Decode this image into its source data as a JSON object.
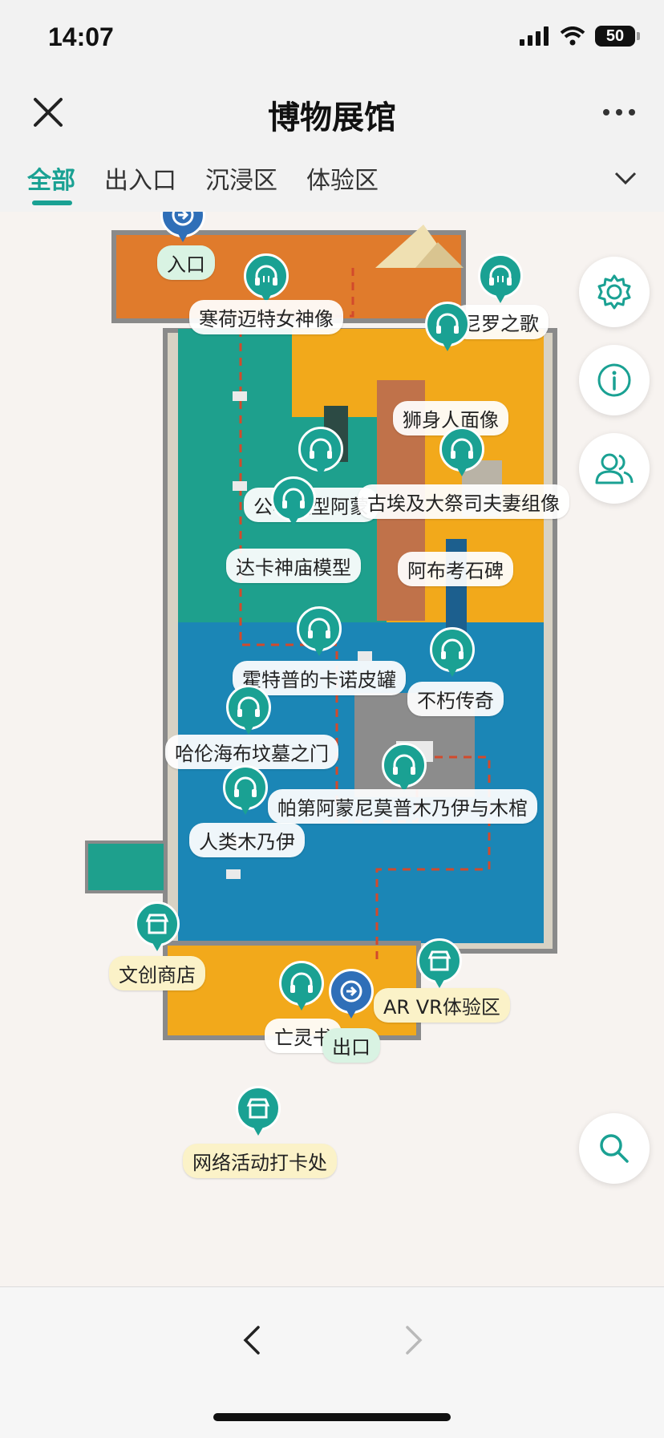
{
  "status": {
    "time": "14:07",
    "battery": "50"
  },
  "nav": {
    "title": "博物展馆"
  },
  "tabs": [
    {
      "label": "全部",
      "active": true
    },
    {
      "label": "出入口",
      "active": false
    },
    {
      "label": "沉浸区",
      "active": false
    },
    {
      "label": "体验区",
      "active": false
    }
  ],
  "markers": {
    "entrance": "入口",
    "m1": "寒荷迈特女神像",
    "m2": "尼罗之歌",
    "m3": "狮身人面像",
    "m4": "公羊造型阿蒙",
    "m5": "古埃及大祭司夫妻组像",
    "m6": "达卡神庙模型",
    "m7": "阿布考石碑",
    "m8": "霍特普的卡诺皮罐",
    "m9": "不朽传奇",
    "m10": "哈伦海布坟墓之门",
    "m11": "帕第阿蒙尼莫普木乃伊与木棺",
    "m12": "人类木乃伊",
    "shop": "文创商店",
    "arvr": "AR VR体验区",
    "book": "亡灵书",
    "exit": "出口",
    "checkin": "网络活动打卡处"
  },
  "icons": {
    "close": "close-icon",
    "more": "more-icon",
    "chevron": "chevron-down-icon",
    "audio": "headphones-icon",
    "shop": "shop-icon",
    "door": "door-icon",
    "settings": "gear-icon",
    "info": "info-icon",
    "people": "people-icon",
    "search": "search-icon",
    "back": "back-arrow-icon",
    "forward": "forward-arrow-icon"
  },
  "colors": {
    "accent": "#1aa193",
    "exit_blue": "#2f6fb8",
    "map_green": "#1ea08d",
    "map_orange": "#f2a91b",
    "map_blue": "#1b86b6"
  }
}
